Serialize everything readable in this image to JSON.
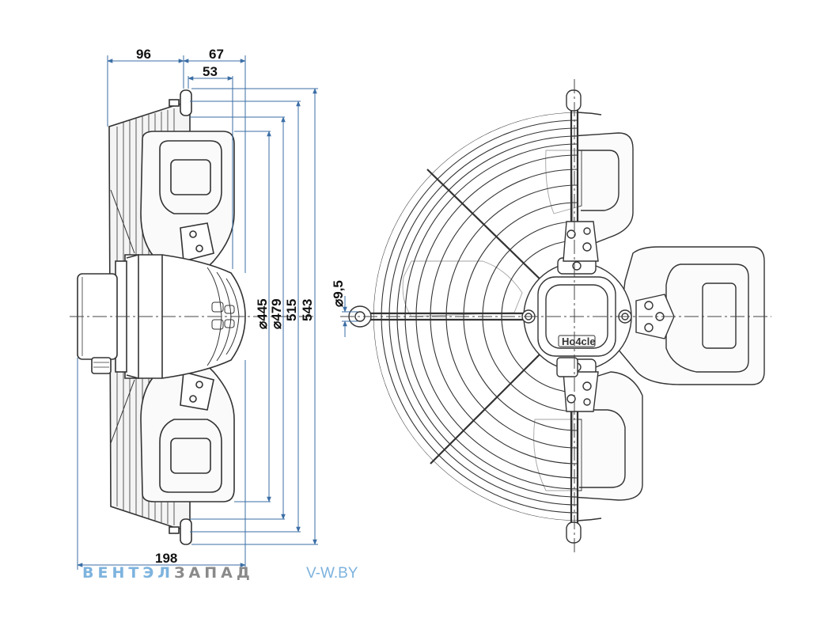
{
  "dimensions": {
    "d96": "96",
    "d67": "67",
    "d53": "53",
    "d198": "198",
    "d445": "⌀445",
    "d479": "⌀479",
    "d515": "515",
    "d543": "543",
    "d95": "⌀9,5"
  },
  "maker_label": "Ho4cle",
  "brand": {
    "part_a": "ВЕНТЭЛ",
    "part_b": "ЗАПАД"
  },
  "site": "V-W.BY",
  "colors": {
    "dimension_line": "#3b6ea5",
    "outline": "#333333",
    "brand_blue": "#7db3de",
    "brand_grey": "#8a8a8a"
  }
}
